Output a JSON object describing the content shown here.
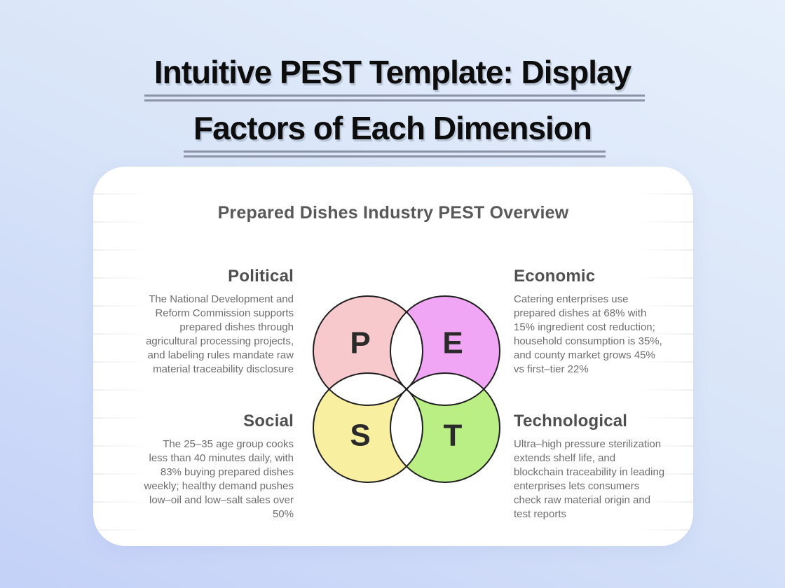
{
  "css_vars": {
    "--underline": "#8a94a6",
    "--title-color": "#0d0d0d",
    "--card-title-color": "#595959",
    "--heading-color": "#4f4f4f",
    "--body-color": "#6e6e6e"
  },
  "title": {
    "line1": "Intuitive PEST Template: Display",
    "line2": "Factors of Each Dimension"
  },
  "card": {
    "title": "Prepared Dishes Industry PEST Overview",
    "quadrants": [
      {
        "id": "political",
        "heading": "Political",
        "body": "The National Development and Reform Commission supports prepared dishes through agricultural processing projects, and labeling rules mandate raw material traceability disclosure"
      },
      {
        "id": "economic",
        "heading": "Economic",
        "body": "Catering enterprises use prepared dishes at 68% with 15% ingredient cost reduction; household consumption is 35%, and county market grows 45% vs first–tier 22%"
      },
      {
        "id": "social",
        "heading": "Social",
        "body": "The 25–35 age group cooks less than 40 minutes daily, with 83% buying prepared dishes weekly; healthy demand pushes low–oil and low–salt sales over 50%"
      },
      {
        "id": "technological",
        "heading": "Technological",
        "body": "Ultra–high pressure sterilization extends shelf life, and blockchain traceability in leading enterprises lets consumers check raw material origin and test reports"
      }
    ],
    "venn": {
      "letters": {
        "political": "P",
        "economic": "E",
        "social": "S",
        "technological": "T"
      },
      "colors": {
        "political": "#f8c9cc",
        "economic": "#f0a6f4",
        "social": "#f8f0a0",
        "technological": "#b9ef85"
      },
      "outline_color": "#1f1f1f",
      "letter_color": "#2a2a2a",
      "intersection_color": "#ffffff"
    }
  }
}
